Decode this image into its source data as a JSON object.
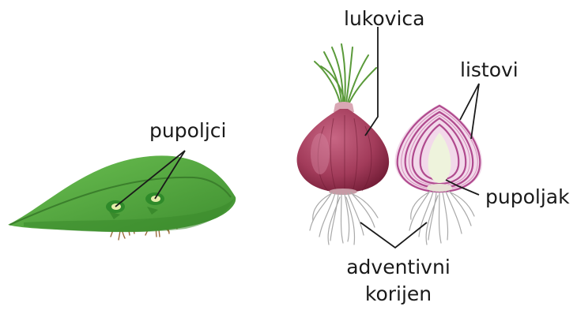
{
  "labels": {
    "buds": "pupoljci",
    "bulb": "lukovica",
    "leaves": "listovi",
    "bud": "pupoljak",
    "roots_line1": "adventivni",
    "roots_line2": "korijen"
  },
  "colors": {
    "leaf_dark": "#4a9a3a",
    "leaf_light": "#63b84a",
    "leaf_vein": "#3b7f2c",
    "bud_green": "#2f8a2a",
    "bud_light": "#e5edaa",
    "onion_dark": "#7a1f3b",
    "onion_mid": "#a23b5a",
    "onion_light": "#c86684",
    "onion_cut_ring": "#b04a8e",
    "onion_cut_pale": "#f2d9ea",
    "onion_core": "#eef3dc",
    "sprout_green": "#5a9a3a",
    "root_gray": "#a9a9a9",
    "root_brown": "#9b6b3d",
    "leader_line": "#1a1a1a"
  }
}
